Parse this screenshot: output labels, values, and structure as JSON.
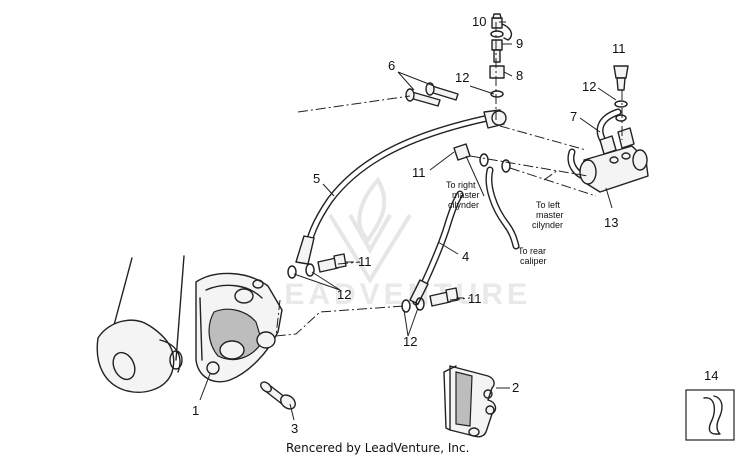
{
  "callouts": {
    "c1": "1",
    "c2": "2",
    "c3": "3",
    "c4": "4",
    "c5": "5",
    "c6": "6",
    "c7": "7",
    "c8": "8",
    "c9": "9",
    "c10": "10",
    "c11a": "11",
    "c11b": "11",
    "c11c": "11",
    "c11d": "11",
    "c12a": "12",
    "c12b": "12",
    "c12c": "12",
    "c12d": "12",
    "c13": "13",
    "c14": "14"
  },
  "notes": {
    "right_master": [
      "To right",
      "master",
      "cilynder"
    ],
    "left_master": [
      "To left",
      "master",
      "cilynder"
    ],
    "rear_caliper": [
      "To rear",
      "caliper"
    ]
  },
  "watermark": "LEADVENTURE",
  "credit": "Rencered by LeadVenture, Inc."
}
